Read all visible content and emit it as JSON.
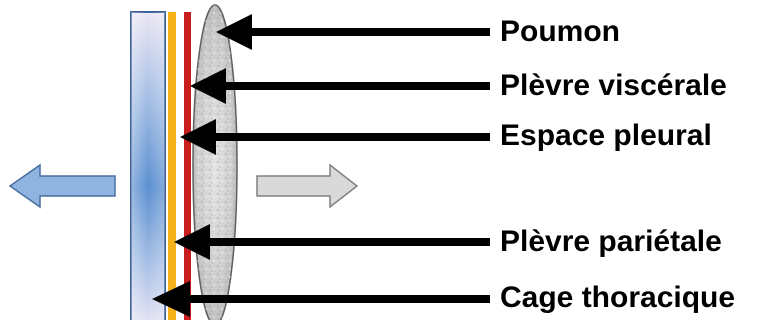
{
  "labels": {
    "poumon": "Poumon",
    "plevre_viscerale": "Plèvre viscérale",
    "espace_pleural": "Espace pleural",
    "plevre_parietale": "Plèvre pariétale",
    "cage_thoracique": "Cage thoracique"
  },
  "colors": {
    "arrow": "#000000",
    "rib_cage_fill_light": "#e8e0f2",
    "rib_cage_fill_blue": "#5b8fd0",
    "rib_cage_border": "#3b5f9a",
    "parietal_pleura": "#f6b21a",
    "visceral_pleura": "#c81e1e",
    "lung_fill": "#c8c8c8",
    "lung_border": "#5e5e5e",
    "left_arrow": "#8fb4e0",
    "right_arrow": "#d9d9d9"
  }
}
